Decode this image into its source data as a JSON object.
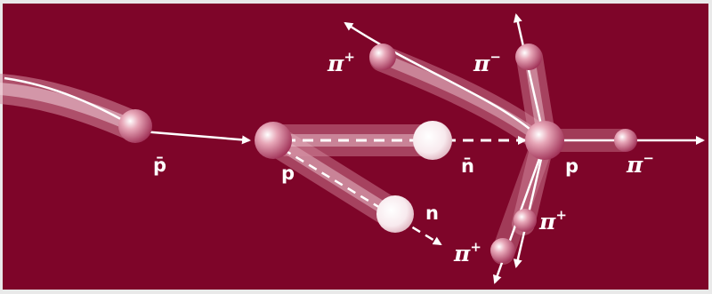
{
  "colors": {
    "background": "#7e0529",
    "frame": "#e9e9e9",
    "track_light": "#f3dbe2",
    "ball_light": "#ffffff"
  },
  "particles": {
    "antiproton": "p̄",
    "proton_first": "p",
    "neutron": "n",
    "antineutron": "n̄",
    "proton_second": "p",
    "pion_plus_upper": {
      "symbol": "π",
      "sign": "+"
    },
    "pion_minus_upper": {
      "symbol": "π",
      "sign": "−"
    },
    "pion_minus_right": {
      "symbol": "π",
      "sign": "−"
    },
    "pion_plus_lower_right": {
      "symbol": "π",
      "sign": "+"
    },
    "pion_plus_lower_left": {
      "symbol": "π",
      "sign": "+"
    }
  }
}
